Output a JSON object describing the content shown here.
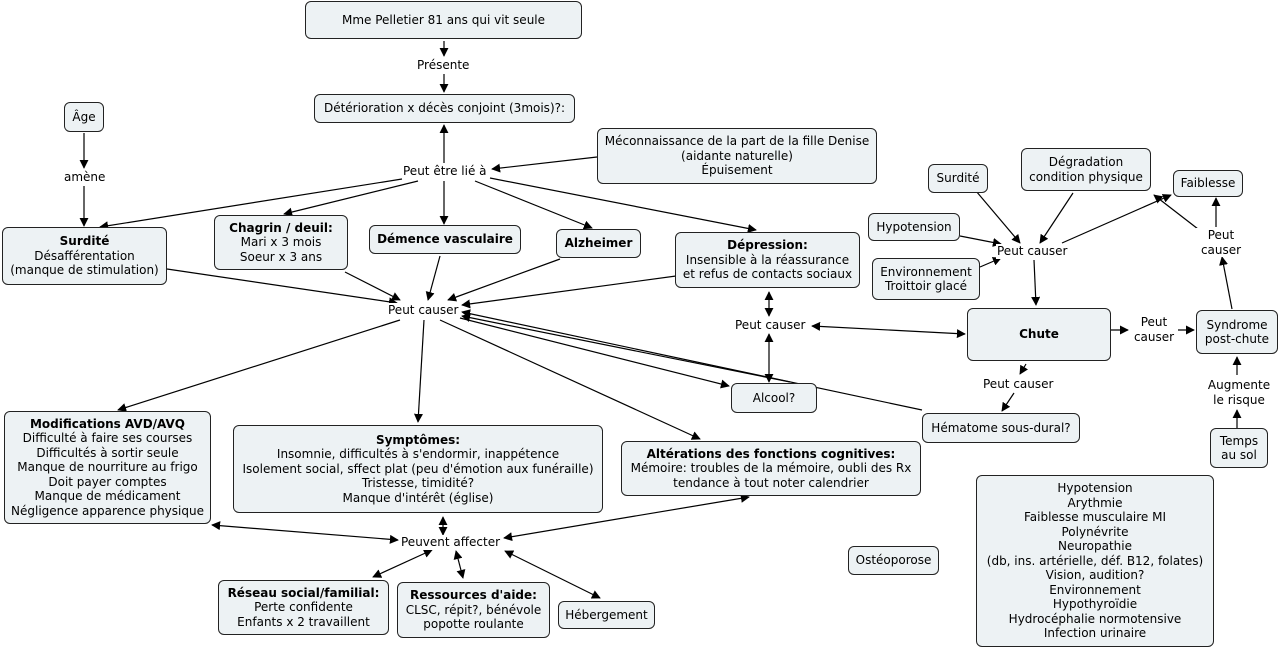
{
  "nodes": {
    "patient": {
      "lines": [
        "Mme Pelletier 81 ans qui vit seule"
      ]
    },
    "deterioration": {
      "lines": [
        "Détérioration x décès conjoint (3mois)?:"
      ]
    },
    "age": {
      "lines": [
        "Âge"
      ]
    },
    "meconnaissance": {
      "lines": [
        "Méconnaissance de la part de la fille Denise",
        "(aidante naturelle)",
        "Épuisement"
      ]
    },
    "surdite_left": {
      "title": "Surdité",
      "lines": [
        "Désafférentation",
        "(manque de stimulation)"
      ]
    },
    "chagrin": {
      "title": "Chagrin / deuil:",
      "lines": [
        "Mari x 3 mois",
        "Soeur x 3 ans"
      ]
    },
    "demence": {
      "title": "Démence vasculaire",
      "lines": []
    },
    "alzheimer": {
      "title": "Alzheimer",
      "lines": []
    },
    "depression": {
      "title": "Dépression:",
      "lines": [
        "Insensible à la réassurance",
        "et refus de contacts sociaux"
      ]
    },
    "surdite_right": {
      "lines": [
        "Surdité"
      ]
    },
    "degradation": {
      "lines": [
        "Dégradation",
        "condition physique"
      ]
    },
    "faiblesse": {
      "lines": [
        "Faiblesse"
      ]
    },
    "hypotension": {
      "lines": [
        "Hypotension"
      ]
    },
    "environnement": {
      "lines": [
        "Environnement",
        "Troittoir glacé"
      ]
    },
    "chute": {
      "title": "Chute",
      "lines": []
    },
    "syndrome": {
      "lines": [
        "Syndrome",
        "post-chute"
      ]
    },
    "temps": {
      "lines": [
        "Temps",
        "au sol"
      ]
    },
    "alcool": {
      "lines": [
        "Alcool?"
      ]
    },
    "hematome": {
      "lines": [
        "Hématome sous-dural?"
      ]
    },
    "avd": {
      "title": "Modifications AVD/AVQ",
      "lines": [
        "Difficulté à faire ses courses",
        "Difficultés à sortir seule",
        "Manque de nourriture au frigo",
        "Doit payer comptes",
        "Manque de médicament",
        "Négligence apparence physique"
      ]
    },
    "symptomes": {
      "title": "Symptômes:",
      "lines": [
        "Insomnie, difficultés à s'endormir, inappétence",
        "Isolement social, sffect plat (peu d'émotion aux funéraille)",
        "Tristesse, timidité?",
        "Manque d'intérêt (église)"
      ]
    },
    "alterations": {
      "title": "Altérations des fonctions cognitives:",
      "lines": [
        "Mémoire: troubles de la mémoire, oubli des Rx",
        "tendance à tout noter calendrier"
      ]
    },
    "reseau": {
      "title": "Réseau social/familial:",
      "lines": [
        "Perte confidente",
        "Enfants x 2 travaillent"
      ]
    },
    "ressources": {
      "title": "Ressources d'aide:",
      "lines": [
        "CLSC, répit?, bénévole",
        "popotte roulante"
      ]
    },
    "hebergement": {
      "lines": [
        "Hébergement"
      ]
    },
    "osteoporose": {
      "lines": [
        "Ostéoporose"
      ]
    },
    "causes_list": {
      "lines": [
        "Hypotension",
        "Arythmie",
        "Faiblesse musculaire MI",
        "Polynévrite",
        "Neuropathie",
        "(db, ins. artérielle, déf. B12, folates)",
        "Vision, audition?",
        "Environnement",
        "Hypothyroïdie",
        "Hydrocéphalie normotensive",
        "Infection urinaire"
      ]
    }
  },
  "labels": {
    "presente": "Présente",
    "amene": "amène",
    "peut_etre_lie": "Peut être lié à",
    "peut_causer_main": "Peut causer",
    "peut_causer_mid": "Peut causer",
    "peut_causer_chute_in": "Peut causer",
    "peut_causer_chute_out": "Peut causer",
    "peut_causer_hema": "Peut causer",
    "peut_causer_syn": "Peut causer",
    "augmente": "Augmente le risque",
    "peuvent_affecter": "Peuvent affecter"
  }
}
